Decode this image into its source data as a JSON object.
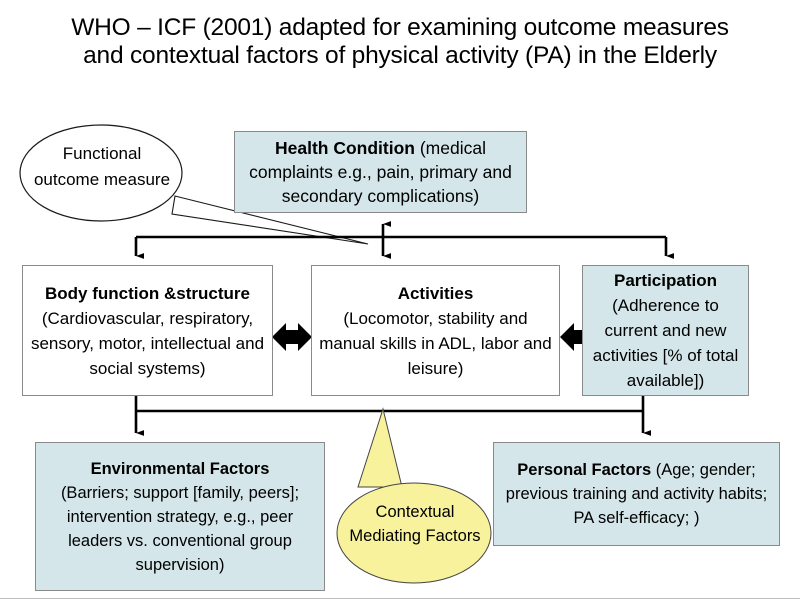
{
  "title": "WHO – ICF (2001) adapted for examining outcome measures and contextual factors of physical activity (PA) in the Elderly",
  "colors": {
    "box_fill_blue": "#d4e6ea",
    "box_fill_white": "#ffffff",
    "callout_yellow": "#f7f29b",
    "border_gray": "#8a8a8a",
    "connector_black": "#000000"
  },
  "boxes": {
    "health_condition": {
      "heading": "Health Condition",
      "detail": " (medical complaints e.g., pain, primary and secondary complications)",
      "fill": "#d4e6ea"
    },
    "body_function": {
      "heading": "Body function &structure",
      "detail": "(Cardiovascular, respiratory, sensory, motor, intellectual and social systems)",
      "fill": "#ffffff"
    },
    "activities": {
      "heading": "Activities",
      "detail": "(Locomotor, stability and manual skills in ADL, labor and leisure)",
      "fill": "#ffffff"
    },
    "participation": {
      "heading": "Participation",
      "detail": "(Adherence to current and new activities [% of total available])",
      "fill": "#d4e6ea"
    },
    "environmental_factors": {
      "heading": "Environmental Factors",
      "detail": "(Barriers; support [family, peers]; intervention strategy, e.g., peer leaders vs. conventional group supervision)",
      "fill": "#d4e6ea"
    },
    "personal_factors": {
      "heading": "Personal Factors",
      "detail": " (Age; gender; previous training and activity habits; PA self-efficacy; )",
      "fill": "#d4e6ea"
    }
  },
  "callouts": {
    "functional_outcome": {
      "label": "Functional outcome measure",
      "fill": "#ffffff"
    },
    "contextual_mediating": {
      "label": "Contextual Mediating Factors",
      "fill": "#f7f29b"
    }
  },
  "connectors": {
    "top_bus": "horizontal-distribution-bus",
    "bottom_bus": "horizontal-distribution-bus",
    "health_activities": "double-headed-vertical-arrow",
    "body_activities": "double-headed-block-arrow",
    "activities_participation": "double-headed-block-arrow"
  }
}
